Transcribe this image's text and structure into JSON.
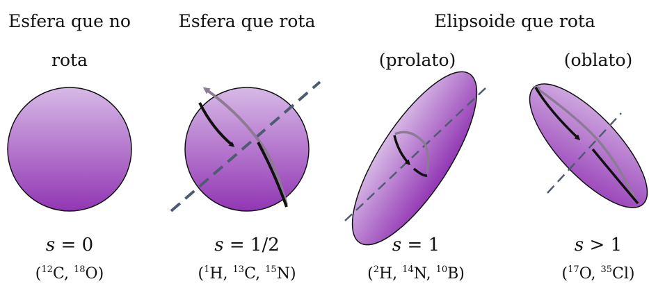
{
  "headings": {
    "col1_line1": "Esfera que no",
    "col1_line2": "rota",
    "col2": "Esfera que rota",
    "col34": "Elipsoide que rota",
    "col3_sub": "(prolato)",
    "col4_sub": "(oblato)"
  },
  "spins": [
    {
      "var": "s",
      "op": "=",
      "value": "0"
    },
    {
      "var": "s",
      "op": "=",
      "value": "1/2"
    },
    {
      "var": "s",
      "op": "=",
      "value": "1"
    },
    {
      "var": "s",
      "op": ">",
      "value": "1"
    }
  ],
  "isotopes": [
    [
      {
        "mass": "12",
        "el": "C"
      },
      {
        "mass": "18",
        "el": "O"
      }
    ],
    [
      {
        "mass": "1",
        "el": "H"
      },
      {
        "mass": "13",
        "el": "C"
      },
      {
        "mass": "15",
        "el": "N"
      }
    ],
    [
      {
        "mass": "2",
        "el": "H"
      },
      {
        "mass": "14",
        "el": "N"
      },
      {
        "mass": "10",
        "el": "B"
      }
    ],
    [
      {
        "mass": "17",
        "el": "O"
      },
      {
        "mass": "35",
        "el": "Cl"
      }
    ]
  ],
  "colors": {
    "fill_top": "#d7b9e6",
    "fill_bottom": "#9236b4",
    "axis": "#4f5b73",
    "arrow_dark": "#111111",
    "arrow_light": "#8d7a95"
  }
}
